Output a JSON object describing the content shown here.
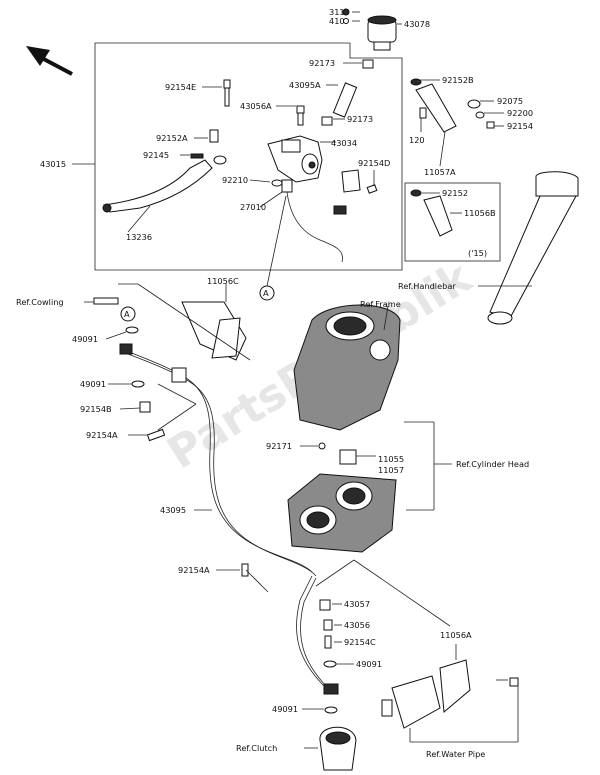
{
  "watermark": "PartsRepublik",
  "callouts": {
    "ref_A": "A",
    "year": "('15)"
  },
  "labels": [
    {
      "id": "311",
      "text": "311"
    },
    {
      "id": "410",
      "text": "410"
    },
    {
      "id": "43078",
      "text": "43078"
    },
    {
      "id": "92173a",
      "text": "92173"
    },
    {
      "id": "92152B",
      "text": "92152B"
    },
    {
      "id": "92154E",
      "text": "92154E"
    },
    {
      "id": "43095A",
      "text": "43095A"
    },
    {
      "id": "92075",
      "text": "92075"
    },
    {
      "id": "92200",
      "text": "92200"
    },
    {
      "id": "92154",
      "text": "92154"
    },
    {
      "id": "43056A",
      "text": "43056A"
    },
    {
      "id": "92173b",
      "text": "92173"
    },
    {
      "id": "120",
      "text": "120"
    },
    {
      "id": "92152A",
      "text": "92152A"
    },
    {
      "id": "43034",
      "text": "43034"
    },
    {
      "id": "11057A",
      "text": "11057A"
    },
    {
      "id": "43015",
      "text": "43015"
    },
    {
      "id": "92145",
      "text": "92145"
    },
    {
      "id": "92154D",
      "text": "92154D"
    },
    {
      "id": "92210",
      "text": "92210"
    },
    {
      "id": "92152",
      "text": "92152"
    },
    {
      "id": "11056B",
      "text": "11056B"
    },
    {
      "id": "27010",
      "text": "27010"
    },
    {
      "id": "13236",
      "text": "13236"
    },
    {
      "id": "11056C",
      "text": "11056C"
    },
    {
      "id": "ref_handlebar",
      "text": "Ref.Handlebar"
    },
    {
      "id": "ref_cowling",
      "text": "Ref.Cowling"
    },
    {
      "id": "ref_frame",
      "text": "Ref.Frame"
    },
    {
      "id": "49091a",
      "text": "49091"
    },
    {
      "id": "49091b",
      "text": "49091"
    },
    {
      "id": "92154B",
      "text": "92154B"
    },
    {
      "id": "92154A",
      "text": "92154A"
    },
    {
      "id": "92171",
      "text": "92171"
    },
    {
      "id": "11055",
      "text": "11055"
    },
    {
      "id": "11057",
      "text": "11057"
    },
    {
      "id": "ref_cylinder_head",
      "text": "Ref.Cylinder Head"
    },
    {
      "id": "43095",
      "text": "43095"
    },
    {
      "id": "92154A2",
      "text": "92154A"
    },
    {
      "id": "43057",
      "text": "43057"
    },
    {
      "id": "43056",
      "text": "43056"
    },
    {
      "id": "92154C",
      "text": "92154C"
    },
    {
      "id": "11056A",
      "text": "11056A"
    },
    {
      "id": "49091c",
      "text": "49091"
    },
    {
      "id": "49091d",
      "text": "49091"
    },
    {
      "id": "ref_clutch",
      "text": "Ref.Clutch"
    },
    {
      "id": "ref_water_pipe",
      "text": "Ref.Water Pipe"
    }
  ]
}
